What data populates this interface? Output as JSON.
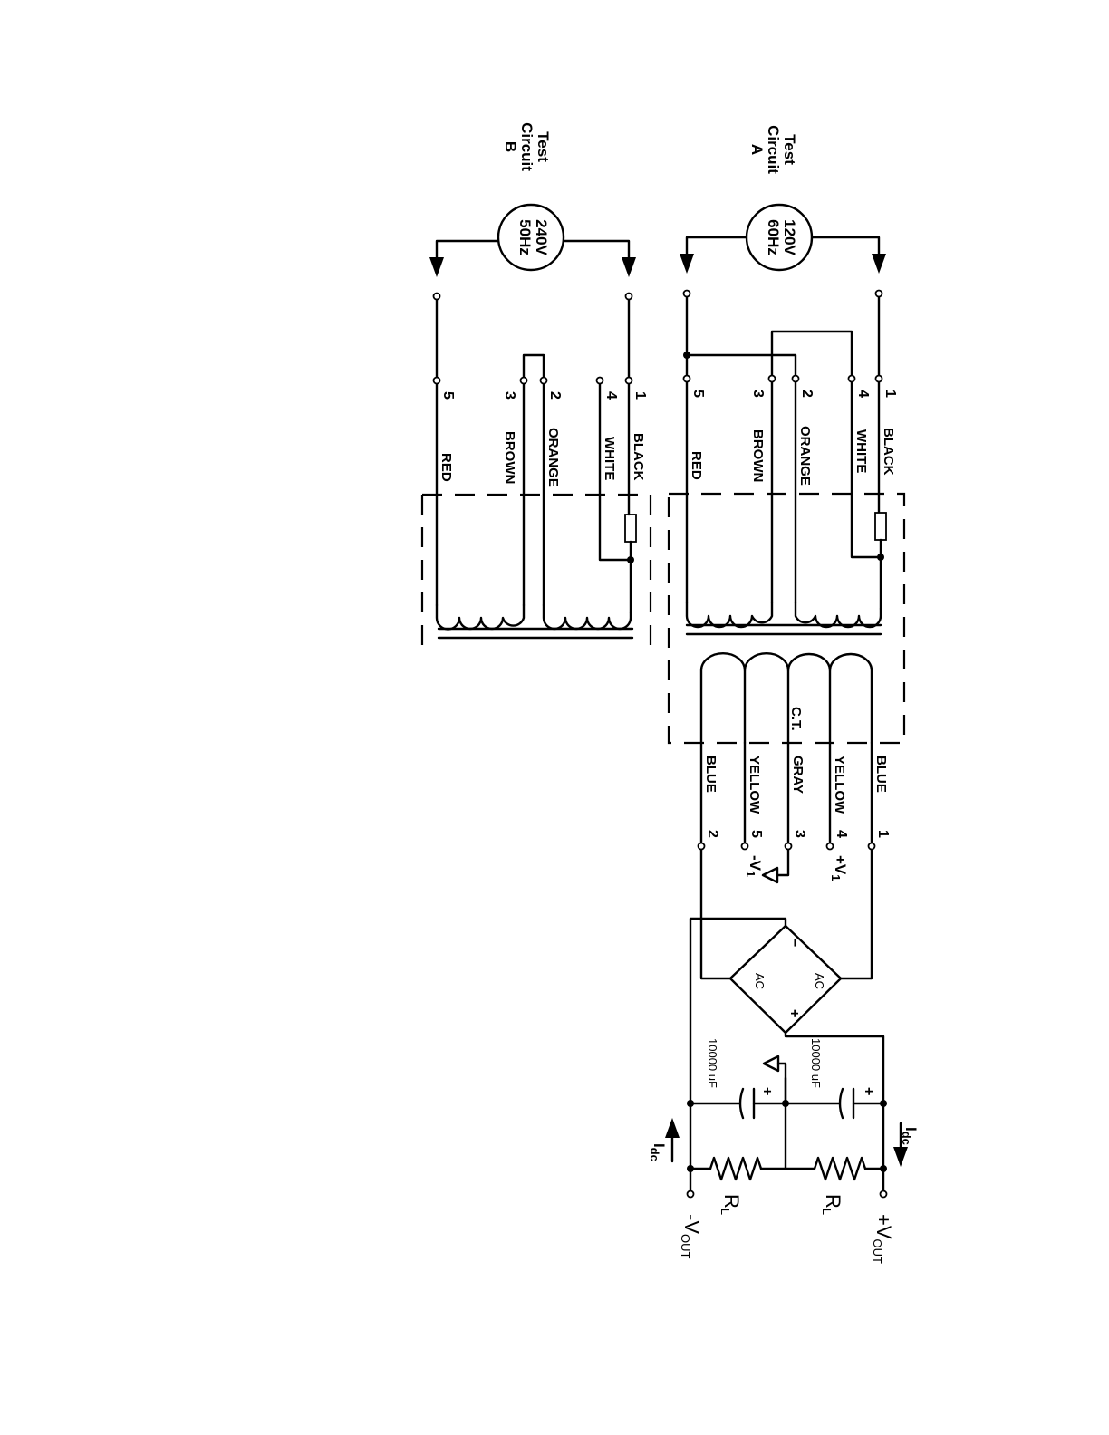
{
  "circuit_a": {
    "title_line1": "Test",
    "title_line2": "Circuit",
    "title_line3": "A",
    "source_voltage": "120V",
    "source_freq": "60Hz"
  },
  "circuit_b": {
    "title_line1": "Test",
    "title_line2": "Circuit",
    "title_line3": "B",
    "source_voltage": "240V",
    "source_freq": "50Hz"
  },
  "primary_leads": [
    {
      "pin": "1",
      "color": "BLACK"
    },
    {
      "pin": "4",
      "color": "WHITE"
    },
    {
      "pin": "2",
      "color": "ORANGE"
    },
    {
      "pin": "3",
      "color": "BROWN"
    },
    {
      "pin": "5",
      "color": "RED"
    }
  ],
  "secondary_leads": [
    {
      "pin": "1",
      "color": "BLUE"
    },
    {
      "pin": "4",
      "color": "YELLOW"
    },
    {
      "pin": "3",
      "color": "GRAY"
    },
    {
      "pin": "5",
      "color": "YELLOW"
    },
    {
      "pin": "2",
      "color": "BLUE"
    }
  ],
  "center_tap_label": "C.T.",
  "outputs": {
    "plus_v1": "+V",
    "minus_v1": "-V",
    "v1_sub": "1",
    "plus_vout": "+V",
    "minus_vout": "-V",
    "vout_sub": "OUT"
  },
  "bridge": {
    "ac_label": "AC",
    "minus_label": "−",
    "plus_label": "+"
  },
  "capacitors": {
    "value": "10000 uF",
    "polarity": "+"
  },
  "loads": {
    "resistor": "R",
    "resistor_sub": "L",
    "current": "I",
    "current_sub": "dc"
  }
}
